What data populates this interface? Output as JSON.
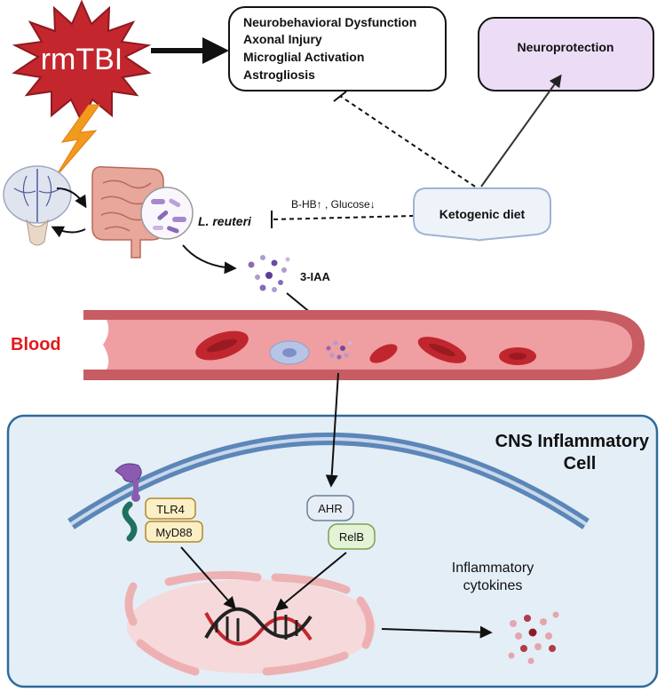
{
  "trigger": {
    "label": "rmTBI"
  },
  "outcomes": {
    "items": [
      "Neurobehavioral Dysfunction",
      "Axonal Injury",
      "Microglial Activation",
      "Astrogliosis"
    ]
  },
  "neuroprotection": {
    "label": "Neuroprotection"
  },
  "diet": {
    "label": "Ketogenic diet",
    "effect": "B-HB↑ , Glucose↓"
  },
  "bacteria": {
    "label": "L. reuteri"
  },
  "metabolite": {
    "label": "3-IAA"
  },
  "blood": {
    "label": "Blood"
  },
  "cell": {
    "title_line1": "CNS Inflammatory",
    "title_line2": "Cell"
  },
  "receptors": {
    "tlr4": "TLR4",
    "myd88": "MyD88",
    "ahr": "AHR",
    "relb": "RelB"
  },
  "cytokines": {
    "line1": "Inflammatory",
    "line2": "cytokines"
  },
  "colors": {
    "burst": "#c4262e",
    "burst_stroke": "#8e1a20",
    "bolt": "#f29a1e",
    "outcome_border": "#111111",
    "neuro_fill": "#ecdcf6",
    "diet_fill": "#eef3f9",
    "diet_stroke": "#9db4d3",
    "vessel_outer": "#c85c63",
    "vessel_inner": "#ef9ea1",
    "rbc": "#c0262e",
    "cell_fill": "#e4eef7",
    "cell_stroke": "#2f6a9b",
    "membrane": "#5b86b8",
    "blood_label": "#e11b1b",
    "nucleus": "#f6d9da",
    "cytokine": "#b23a48",
    "tlr4_fill": "#fbefc6",
    "tlr4_stroke": "#b3892b",
    "ahr_fill": "#e8eef6",
    "relb_fill": "#e4f2d6",
    "relb_stroke": "#7aa24f",
    "ims": "#8a6ab8"
  }
}
